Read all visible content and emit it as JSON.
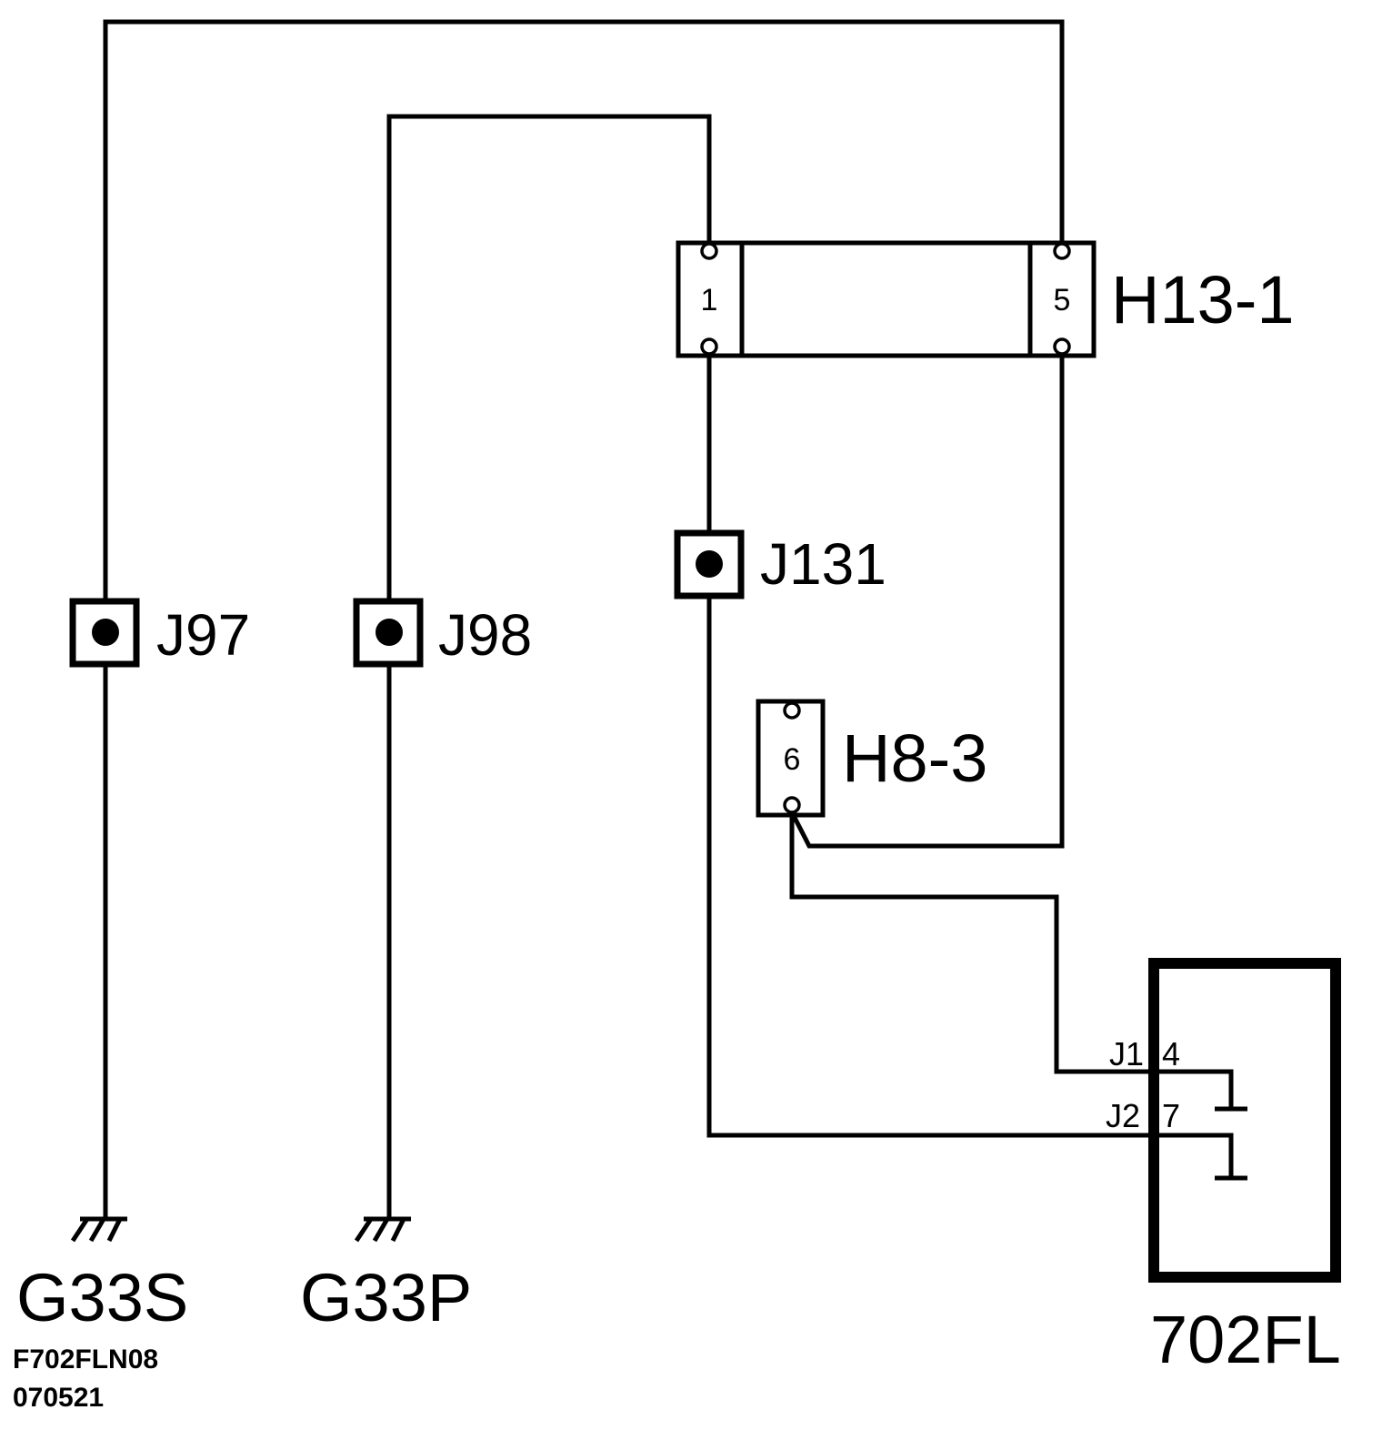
{
  "harness": {
    "name": "H13-1",
    "pins": [
      "1",
      "5"
    ]
  },
  "connector_h8": {
    "name": "H8-3",
    "pin": "6"
  },
  "joints": {
    "j97": "J97",
    "j98": "J98",
    "j131": "J131"
  },
  "grounds": {
    "left": "G33S",
    "right": "G33P"
  },
  "component": {
    "name": "702FL",
    "terminals": [
      {
        "connector": "J1",
        "pin": "4"
      },
      {
        "connector": "J2",
        "pin": "7"
      }
    ]
  },
  "footer": {
    "code": "F702FLN08",
    "date": "070521"
  },
  "colors": {
    "line": "#000000",
    "background": "#ffffff"
  }
}
